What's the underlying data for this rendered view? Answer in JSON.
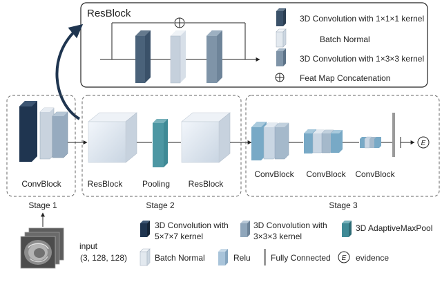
{
  "resblock": {
    "title": "ResBlock",
    "legend": [
      {
        "label": "3D Convolution with 1×1×1 kernel",
        "icon": "conv-1x1x1-icon"
      },
      {
        "label": "Batch Normal",
        "icon": "batch-normal-icon"
      },
      {
        "label": "3D Convolution with 1×3×3 kernel",
        "icon": "conv-1x3x3-icon"
      },
      {
        "label": "Feat Map Concatenation",
        "icon": "concat-icon"
      }
    ]
  },
  "stages": {
    "stage1": {
      "label": "Stage 1",
      "blocks": [
        "ConvBlock"
      ]
    },
    "stage2": {
      "label": "Stage 2",
      "blocks": [
        "ResBlock",
        "Pooling",
        "ResBlock"
      ]
    },
    "stage3": {
      "label": "Stage 3",
      "blocks": [
        "ConvBlock",
        "ConvBlock",
        "ConvBlock"
      ]
    }
  },
  "evidence_symbol": "E",
  "input": {
    "label": "input",
    "shape": "(3, 128, 128)"
  },
  "legend": {
    "conv577": {
      "line1": "3D Convolution with",
      "line2": "5×7×7 kernel"
    },
    "conv333": {
      "line1": "3D Convolution with",
      "line2": "3×3×3 kernel"
    },
    "pool": "3D AdaptiveMaxPool",
    "bn": "Batch Normal",
    "relu": "Relu",
    "fc": "Fully Connected",
    "evidence": "evidence"
  },
  "colors": {
    "navy": "#263a55",
    "slate": "#5d7388",
    "light_slate": "#8fa6bb",
    "pale": "#dfe6ed",
    "teal": "#3f8a96",
    "blue": "#78a9c6",
    "dashed_border": "#777777"
  }
}
